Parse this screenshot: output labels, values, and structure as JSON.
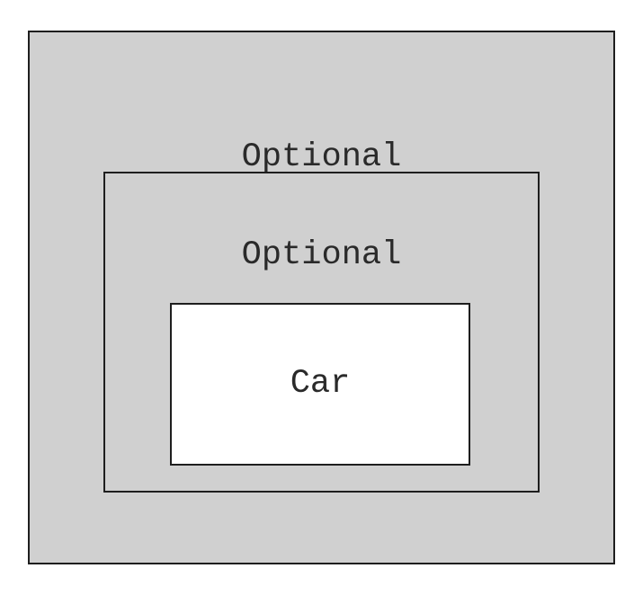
{
  "diagram": {
    "outer": {
      "label": "Optional",
      "fill": "#d0d0d0"
    },
    "middle": {
      "label": "Optional",
      "fill": "#d0d0d0"
    },
    "inner": {
      "label": "Car",
      "fill": "#ffffff"
    },
    "border_color": "#1e1e1e"
  }
}
